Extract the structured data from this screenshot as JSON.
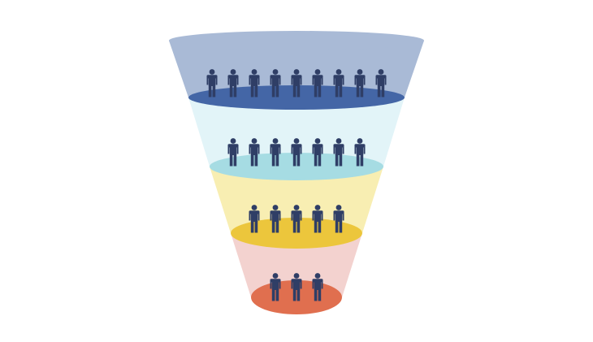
{
  "funnel": {
    "stages": [
      {
        "people_count": 9,
        "band_color": "#a9bad6",
        "floor_color": "#4466a6",
        "rim_color": "#a9bad6"
      },
      {
        "people_count": 7,
        "band_color": "#e2f4f8",
        "floor_color": "#a6dce3",
        "rim_color": null
      },
      {
        "people_count": 5,
        "band_color": "#f8eeb2",
        "floor_color": "#ecc63c",
        "rim_color": null
      },
      {
        "people_count": 3,
        "band_color": "#f3d2cf",
        "floor_color": "#e06f4f",
        "rim_color": null
      }
    ],
    "person_icon": {
      "name": "person-icon",
      "color": "#2f3e66"
    },
    "background_color": "#ffffff"
  }
}
